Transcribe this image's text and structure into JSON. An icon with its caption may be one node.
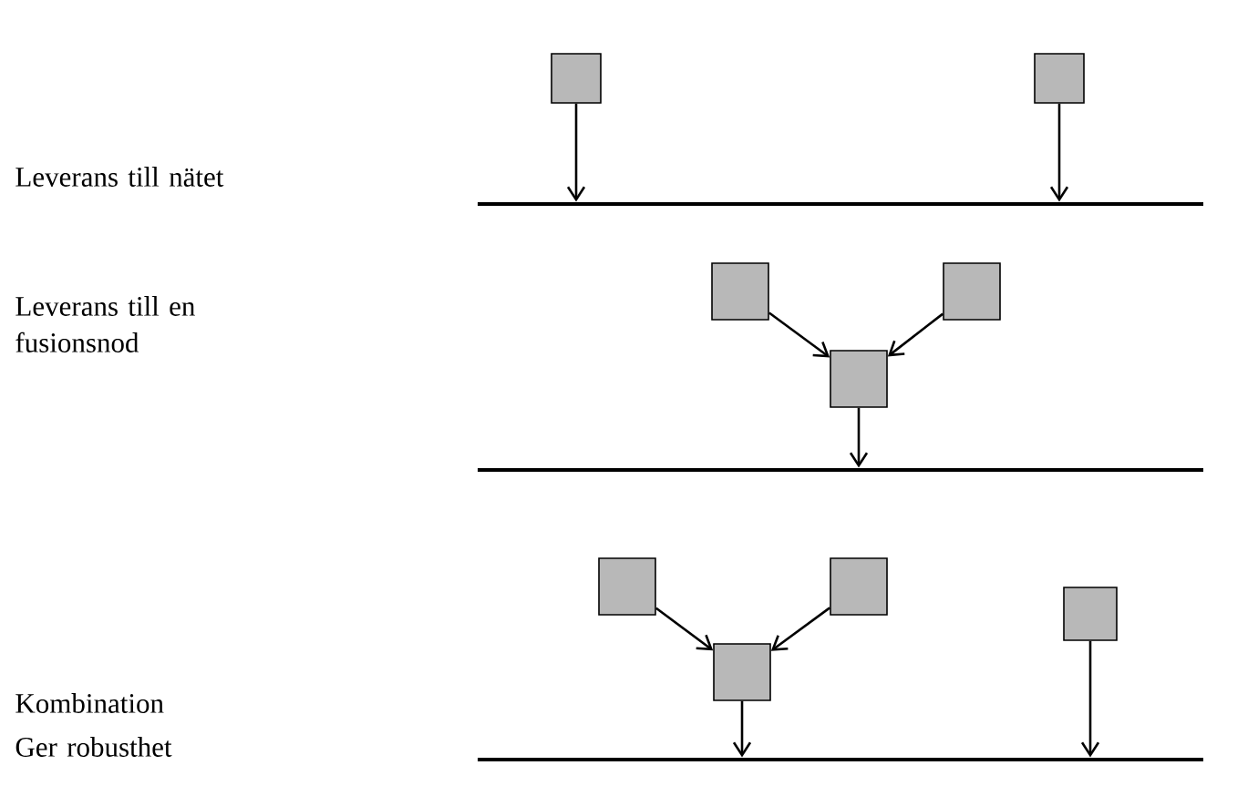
{
  "diagram": {
    "nodes": [
      {
        "text": [],
        "shape": "box"
      },
      {
        "text": [],
        "shape": "box"
      },
      {
        "text": [],
        "shape": "line"
      },
      {
        "text": [],
        "shape": "box"
      },
      {
        "text": [],
        "shape": "box"
      },
      {
        "text": [],
        "shape": "box"
      },
      {
        "text": [],
        "shape": "line"
      },
      {
        "text": [],
        "shape": "box"
      },
      {
        "text": [],
        "shape": "box"
      },
      {
        "text": [],
        "shape": "box"
      },
      {
        "text": [],
        "shape": "box"
      },
      {
        "text": [],
        "shape": "line"
      }
    ],
    "edges": [
      {
        "from": 0,
        "to": 2,
        "arrow": "to"
      },
      {
        "from": 1,
        "to": 2,
        "arrow": "to"
      },
      {
        "from": 3,
        "to": 5,
        "arrow": "to"
      },
      {
        "from": 4,
        "to": 5,
        "arrow": "to"
      },
      {
        "from": 5,
        "to": 6,
        "arrow": "to"
      },
      {
        "from": 7,
        "to": 9,
        "arrow": "to"
      },
      {
        "from": 8,
        "to": 9,
        "arrow": "to"
      },
      {
        "from": 9,
        "to": 11,
        "arrow": "to"
      },
      {
        "from": 10,
        "to": 11,
        "arrow": "to"
      }
    ],
    "labels": [
      "Leverans till nätet",
      "Leverans till en fusionsnod",
      "Kombination",
      "Ger robusthet"
    ]
  }
}
